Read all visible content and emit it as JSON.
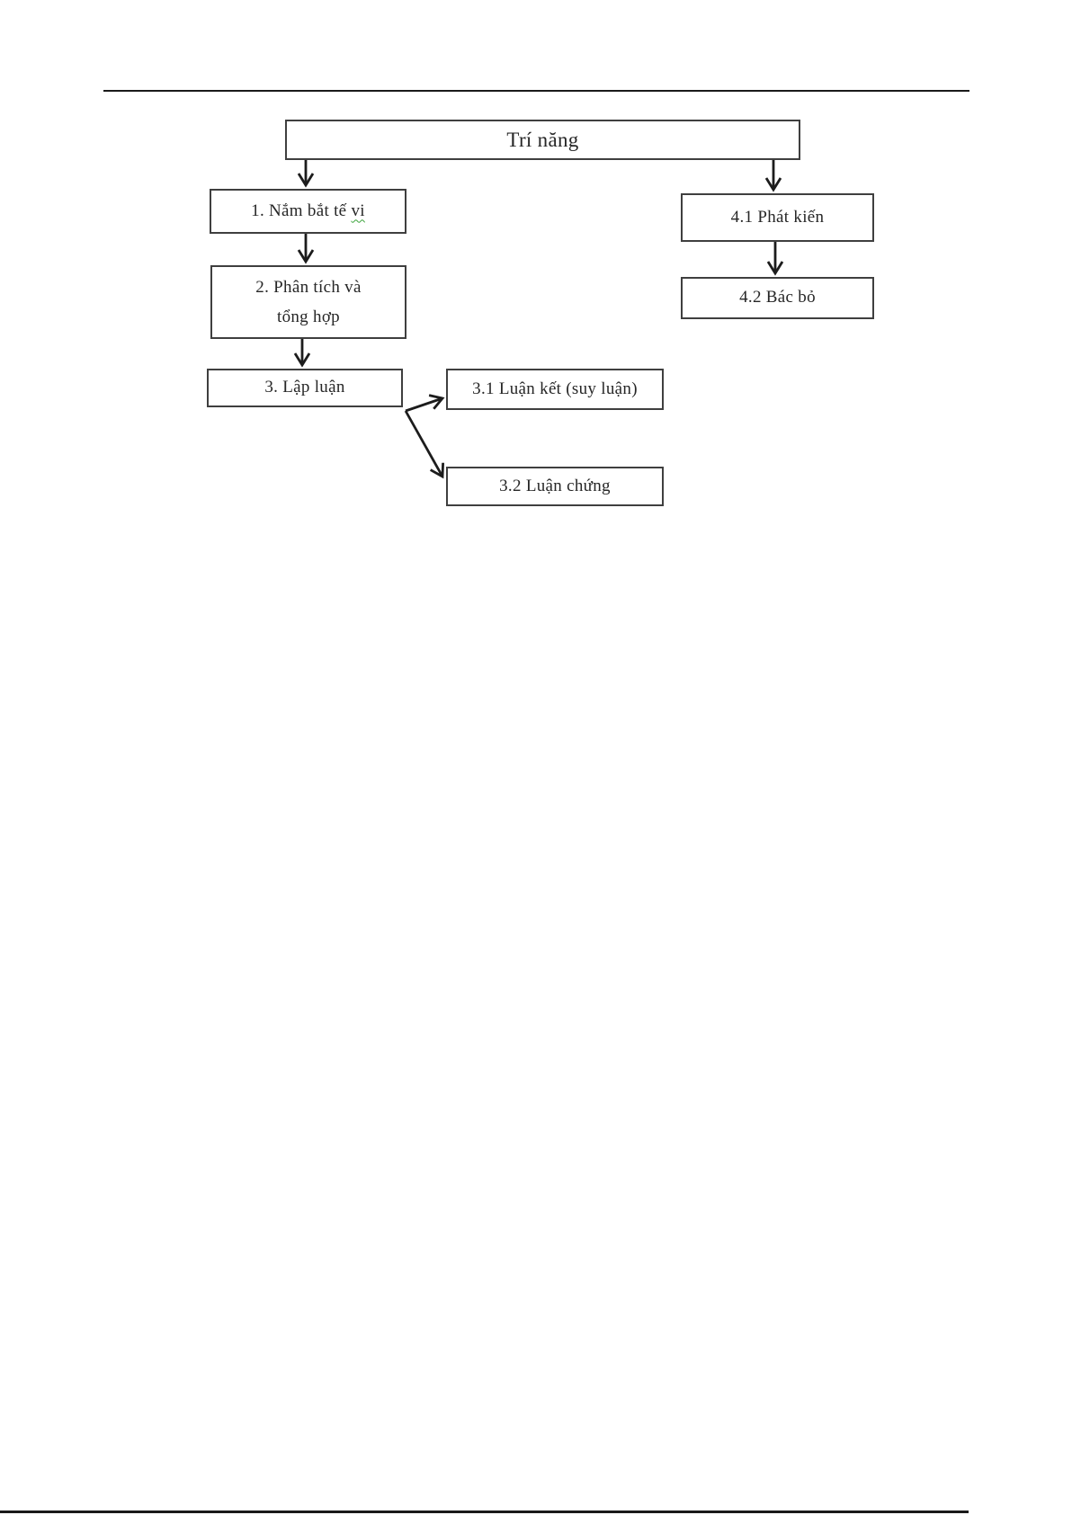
{
  "page": {
    "background": "#ffffff",
    "rule_color": "#1a1a1a"
  },
  "diagram": {
    "colors": {
      "box_border": "#3f3f3f",
      "text": "#262626",
      "arrow": "#1c1c1c",
      "spellcheck_underline": "#3aa33a"
    },
    "nodes": {
      "root": {
        "label": "Trí năng"
      },
      "n1": {
        "prefix": "1. Nắm bắt tế",
        "flagged": "vi"
      },
      "n2": {
        "line1": "2. Phân tích và",
        "line2": "tổng hợp"
      },
      "n3": {
        "label": "3. Lập luận"
      },
      "n31": {
        "label": "3.1 Luận kết (suy luận)"
      },
      "n32": {
        "label": "3.2 Luận chứng"
      },
      "n41": {
        "label": "4.1 Phát kiến"
      },
      "n42": {
        "label": "4.2 Bác bỏ"
      }
    },
    "edges": [
      "root -> n1",
      "root -> n41",
      "n1 -> n2",
      "n2 -> n3",
      "n41 -> n42",
      "n3 -> n31",
      "n3 -> n32"
    ]
  }
}
